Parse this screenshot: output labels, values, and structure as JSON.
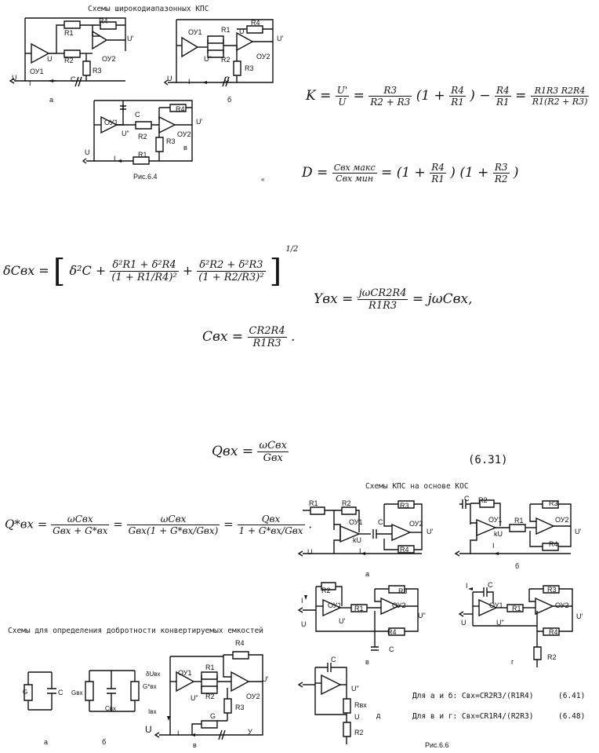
{
  "top_title": "Схемы широкодиапазонных КПС",
  "fig_6_4": {
    "caption": "Рис.6.4",
    "a": {
      "sub": "а",
      "labels": {
        "r1": "R1",
        "r2": "R2",
        "r3": "R3",
        "r4": "R4",
        "oy1": "ОУ1",
        "oy2": "ОУ2",
        "u": "U",
        "uu": "U",
        "uprime": "U'",
        "i": "I",
        "c": "C"
      }
    },
    "b": {
      "sub": "б",
      "labels": {
        "r1": "R1",
        "r2": "R2",
        "r3": "R3",
        "r4": "R4",
        "oy1": "ОУ1",
        "oy2": "ОУ2",
        "u": "U",
        "uu": "U",
        "udbl": "U\"",
        "uprime": "U'",
        "i": "I",
        "c": "C"
      }
    },
    "v": {
      "sub": "в",
      "labels": {
        "r1": "R1",
        "r2": "R2",
        "r3": "R3",
        "r4": "R4",
        "oy1": "ОУ1",
        "oy2": "ОУ2",
        "u": "U",
        "udbl": "U\"",
        "uprime": "U'",
        "i": "I",
        "c": "C"
      }
    }
  },
  "formulas": {
    "k_lhs": "K =",
    "k_num1": "U'",
    "k_den1": "U",
    "k_num2": "R3",
    "k_den2": "R2 + R3",
    "k_paren_open": "(1 +",
    "k_num3": "R4",
    "k_den3": "R1",
    "k_paren_close": ")",
    "k_minus": "−",
    "k_num4": "R4",
    "k_den4": "R1",
    "k_eq": "=",
    "k_num5": "R1R3  R2R4",
    "k_den5": "R1(R2 + R3)",
    "d_lhs": "D =",
    "d_num": "Cвх макс",
    "d_den": "Cвх мин",
    "d_eq": "=",
    "d_p1_open": "(1 +",
    "d_p1_num": "R4",
    "d_p1_den": "R1",
    "d_p1_close": ")",
    "d_p2_open": "(1 +",
    "d_p2_num": "R3",
    "d_p2_den": "R2",
    "d_p2_close": ")",
    "dc_lhs": "δCвх =",
    "dc_bracket_open": "[",
    "dc_t1": "δ²C +",
    "dc_num1": "δ²R1 + δ²R4",
    "dc_den1": "(1 + R1/R4)²",
    "dc_plus": "+",
    "dc_num2": "δ²R2 + δ²R3",
    "dc_den2": "(1 + R2/R3)²",
    "dc_bracket_close": "]",
    "dc_exp": "1/2",
    "y_lhs": "Yвх =",
    "y_num": "jωCR2R4",
    "y_den": "R1R3",
    "y_rhs": "= jωCвх,",
    "c_lhs": "Cвх =",
    "c_num": "CR2R4",
    "c_den": "R1R3",
    "c_dot": ".",
    "q_lhs": "Qвх =",
    "q_num": "ωCвх",
    "q_den": "Gвх",
    "q_eqnum": "(6.31)",
    "qs_lhs": "Q*вх =",
    "qs_num1": "ωCвх",
    "qs_den1": "Gвх + G*вх",
    "qs_eq1": "=",
    "qs_num2": "ωCвх",
    "qs_den2": "Gвх(1 + G*вх/Gвх)",
    "qs_eq2": "=",
    "qs_num3": "Qвх",
    "qs_den3": "1 + G*вх/Gвх",
    "qs_dot": "."
  },
  "quality_fig": {
    "title": "Схемы для определения добротности конвертируемых емкостей",
    "a": {
      "sub": "а",
      "labels": {
        "g": "G",
        "c": "C"
      }
    },
    "b": {
      "sub": "б",
      "labels": {
        "gvx": "Gвх",
        "cvx": "Cвх",
        "gstar": "G*вх"
      }
    },
    "v": {
      "sub": "в",
      "labels": {
        "r1": "R1",
        "r2": "R2",
        "r3": "R3",
        "r4": "R4",
        "oy1": "ОУ1",
        "oy2": "ОУ2",
        "du": "δUвх",
        "ivx": "Iвх",
        "u": "U",
        "uu": "U\"",
        "uprime": "U'",
        "i": "I",
        "g": "G",
        "y": "У"
      }
    }
  },
  "fig_6_6": {
    "title": "Схемы КПС на основе КОС",
    "caption": "Рис.6.6",
    "a": {
      "sub": "а",
      "labels": {
        "r1": "R1",
        "r2": "R2",
        "r3": "R3",
        "r4": "R4",
        "oy1": "ОУ1",
        "oy2": "ОУ2",
        "ku": "kU",
        "c": "C",
        "u": "U",
        "uprime": "U'",
        "i": "I"
      }
    },
    "b": {
      "sub": "б",
      "labels": {
        "r1": "R1",
        "r2": "R2",
        "r3": "R3",
        "r4": "R4",
        "oy1": "ОУ1",
        "oy2": "ОУ2",
        "ku": "kU",
        "c": "C",
        "uprime": "U'",
        "i": "I"
      }
    },
    "v": {
      "sub": "в",
      "labels": {
        "r1": "R1",
        "r2": "R2",
        "r3": "R3",
        "r4": "R4",
        "oy1": "ОУ1",
        "oy2": "ОУ2",
        "udbl": "U\"",
        "uprime": "U'",
        "i": "I",
        "u": "U",
        "c": "C"
      }
    },
    "g": {
      "sub": "г",
      "labels": {
        "r1": "R1",
        "r2": "R2",
        "r3": "R3",
        "r4": "R4",
        "oy1": "ОУ1",
        "oy2": "ОУ2",
        "udbl": "U\"",
        "uprime": "U'",
        "i": "I",
        "u": "U",
        "c": "C"
      }
    },
    "d": {
      "sub": "д",
      "labels": {
        "c": "C",
        "uu": "U\"",
        "rvx": "Rвх",
        "u": "U",
        "r2": "R2"
      }
    },
    "note1": "Для а и б: Cвх=CR2R3/(R1R4)",
    "note1_num": "(6.41)",
    "note2": "Для в и г: Cвх=CR1R4/(R2R3)",
    "note2_num": "(6.48)"
  }
}
